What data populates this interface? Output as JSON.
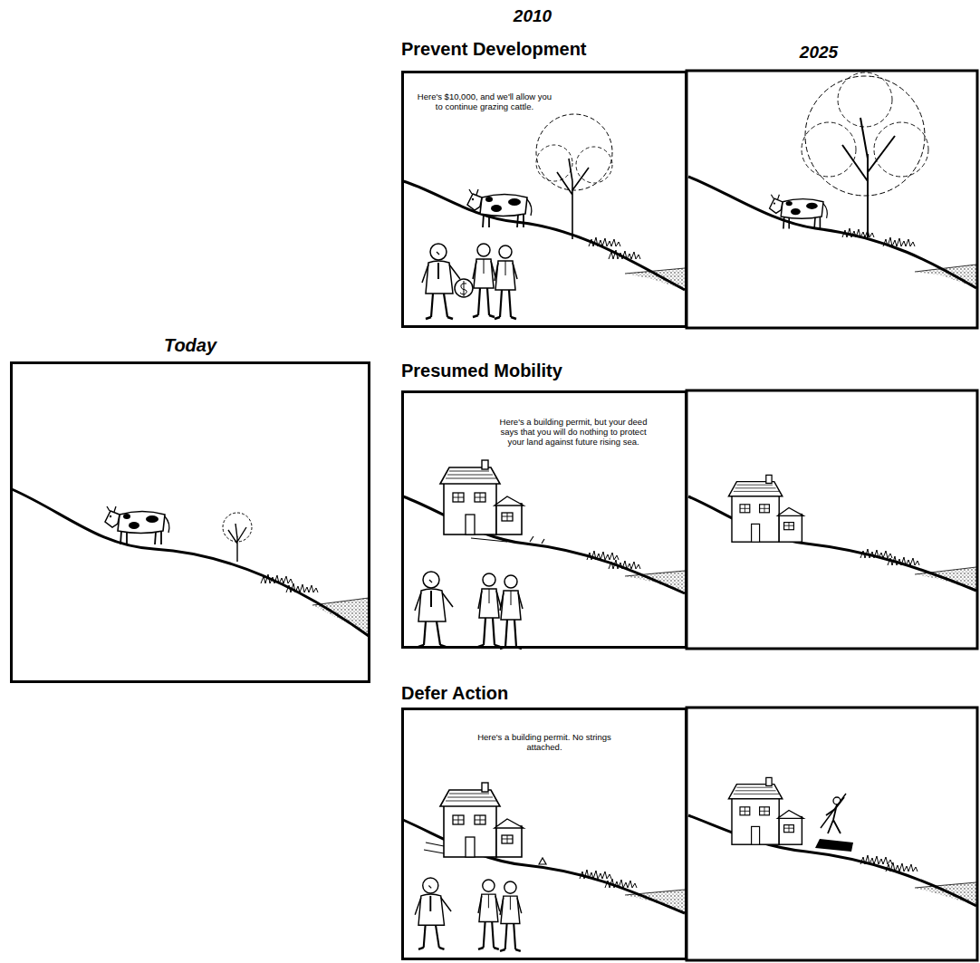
{
  "diagram": {
    "nodes": [
      {
        "text": [
          "Today"
        ]
      },
      {
        "text": [
          "Prevent Development",
          "Here's $10,000, and we'll allow you to continue grazing cattle."
        ]
      },
      {
        "text": [
          "Presumed Mobility",
          "Here's a building permit, but your deed says that you will do nothing to protect your land against future rising sea."
        ]
      },
      {
        "text": [
          "Defer Action",
          "Here's a building permit. No strings attached."
        ]
      }
    ],
    "labels": [
      "2010",
      "2025"
    ]
  }
}
